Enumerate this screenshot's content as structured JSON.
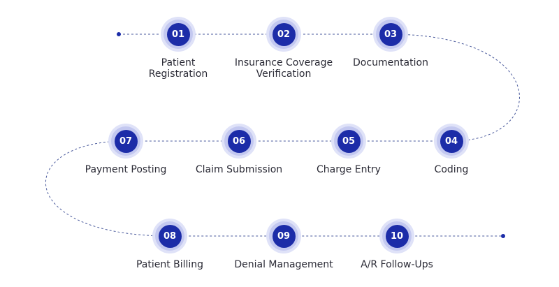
{
  "colors": {
    "accent": "#1c2ca8",
    "ring": "#c3c8f0",
    "halo": "#dfe2f8",
    "line": "#4a5a9c",
    "text": "#2b2b36"
  },
  "steps": [
    {
      "number": "01",
      "label": "Patient\nRegistration"
    },
    {
      "number": "02",
      "label": "Insurance Coverage\nVerification"
    },
    {
      "number": "03",
      "label": "Documentation"
    },
    {
      "number": "04",
      "label": "Coding"
    },
    {
      "number": "05",
      "label": "Charge Entry"
    },
    {
      "number": "06",
      "label": "Claim Submission"
    },
    {
      "number": "07",
      "label": "Payment Posting"
    },
    {
      "number": "08",
      "label": "Patient Billing"
    },
    {
      "number": "09",
      "label": "Denial Management"
    },
    {
      "number": "10",
      "label": "A/R Follow-Ups"
    }
  ]
}
